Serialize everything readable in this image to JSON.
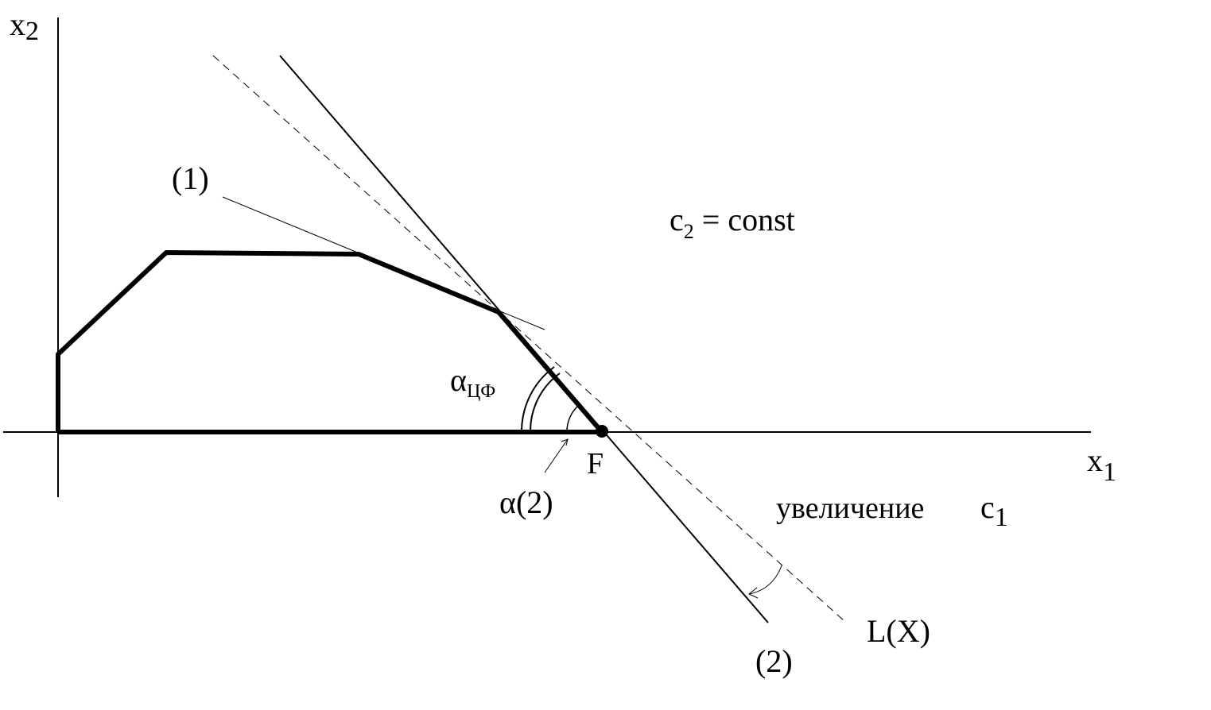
{
  "axes": {
    "x_label": "x",
    "x_sub": "1",
    "y_label": "x",
    "y_sub": "2"
  },
  "labels": {
    "line1": "(1)",
    "line2": "(2)",
    "objective": "L(X)",
    "point_f": "F",
    "alpha": "α",
    "alpha_obj_sub": "ЦФ",
    "alpha_line2_sub": "(2)",
    "c2_text": "c",
    "c2_sub": "2",
    "c2_rest": " = const",
    "increase_text": "увеличение",
    "increase_var": "c",
    "increase_sub": "1"
  },
  "colors": {
    "ink": "#000000",
    "background": "#ffffff"
  }
}
